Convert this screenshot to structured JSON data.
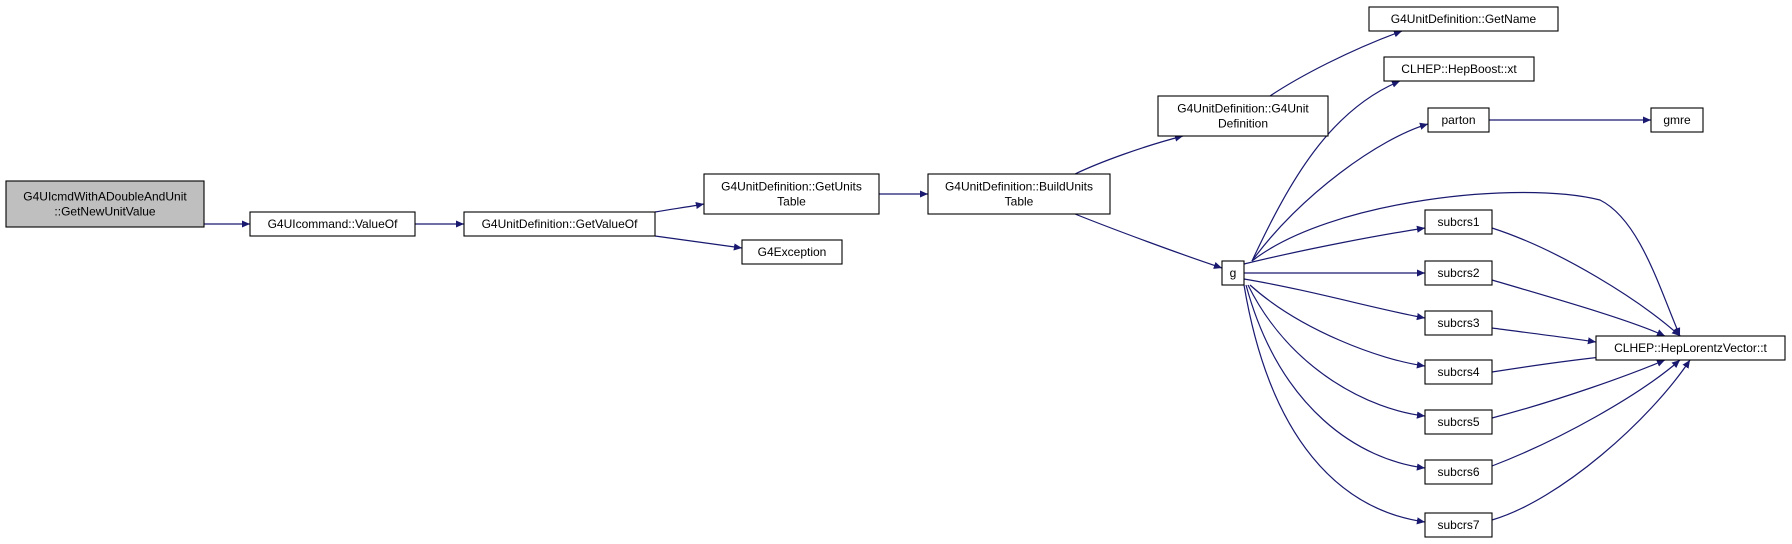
{
  "graph": {
    "edge_color": "#191970",
    "root_fill": "#bfbfbf",
    "nodes": [
      {
        "id": "root",
        "lines": [
          "G4UIcmdWithADoubleAndUnit",
          "::GetNewUnitValue"
        ]
      },
      {
        "id": "valueof",
        "lines": [
          "G4UIcommand::ValueOf"
        ]
      },
      {
        "id": "getvalueof",
        "lines": [
          "G4UnitDefinition::GetValueOf"
        ]
      },
      {
        "id": "getunitstable",
        "lines": [
          "G4UnitDefinition::GetUnits",
          "Table"
        ]
      },
      {
        "id": "g4exception",
        "lines": [
          "G4Exception"
        ]
      },
      {
        "id": "buildunitstable",
        "lines": [
          "G4UnitDefinition::BuildUnits",
          "Table"
        ]
      },
      {
        "id": "ctor",
        "lines": [
          "G4UnitDefinition::G4Unit",
          "Definition"
        ]
      },
      {
        "id": "getname",
        "lines": [
          "G4UnitDefinition::GetName"
        ]
      },
      {
        "id": "g",
        "lines": [
          "g"
        ]
      },
      {
        "id": "xt",
        "lines": [
          "CLHEP::HepBoost::xt"
        ]
      },
      {
        "id": "parton",
        "lines": [
          "parton"
        ]
      },
      {
        "id": "gmre",
        "lines": [
          "gmre"
        ]
      },
      {
        "id": "subcrs1",
        "lines": [
          "subcrs1"
        ]
      },
      {
        "id": "subcrs2",
        "lines": [
          "subcrs2"
        ]
      },
      {
        "id": "subcrs3",
        "lines": [
          "subcrs3"
        ]
      },
      {
        "id": "subcrs4",
        "lines": [
          "subcrs4"
        ]
      },
      {
        "id": "subcrs5",
        "lines": [
          "subcrs5"
        ]
      },
      {
        "id": "subcrs6",
        "lines": [
          "subcrs6"
        ]
      },
      {
        "id": "subcrs7",
        "lines": [
          "subcrs7"
        ]
      },
      {
        "id": "lorentzt",
        "lines": [
          "CLHEP::HepLorentzVector::t"
        ]
      }
    ],
    "edges": [
      {
        "from": "root",
        "to": "valueof"
      },
      {
        "from": "valueof",
        "to": "getvalueof"
      },
      {
        "from": "getvalueof",
        "to": "getunitstable"
      },
      {
        "from": "getvalueof",
        "to": "g4exception"
      },
      {
        "from": "getunitstable",
        "to": "buildunitstable"
      },
      {
        "from": "buildunitstable",
        "to": "ctor"
      },
      {
        "from": "buildunitstable",
        "to": "g"
      },
      {
        "from": "ctor",
        "to": "getname"
      },
      {
        "from": "g",
        "to": "xt"
      },
      {
        "from": "g",
        "to": "parton"
      },
      {
        "from": "parton",
        "to": "gmre"
      },
      {
        "from": "g",
        "to": "lorentzt"
      },
      {
        "from": "g",
        "to": "subcrs1"
      },
      {
        "from": "g",
        "to": "subcrs2"
      },
      {
        "from": "g",
        "to": "subcrs3"
      },
      {
        "from": "g",
        "to": "subcrs4"
      },
      {
        "from": "g",
        "to": "subcrs5"
      },
      {
        "from": "g",
        "to": "subcrs6"
      },
      {
        "from": "g",
        "to": "subcrs7"
      },
      {
        "from": "subcrs1",
        "to": "lorentzt"
      },
      {
        "from": "subcrs2",
        "to": "lorentzt"
      },
      {
        "from": "subcrs3",
        "to": "lorentzt"
      },
      {
        "from": "subcrs4",
        "to": "lorentzt"
      },
      {
        "from": "subcrs5",
        "to": "lorentzt"
      },
      {
        "from": "subcrs6",
        "to": "lorentzt"
      },
      {
        "from": "subcrs7",
        "to": "lorentzt"
      }
    ]
  }
}
